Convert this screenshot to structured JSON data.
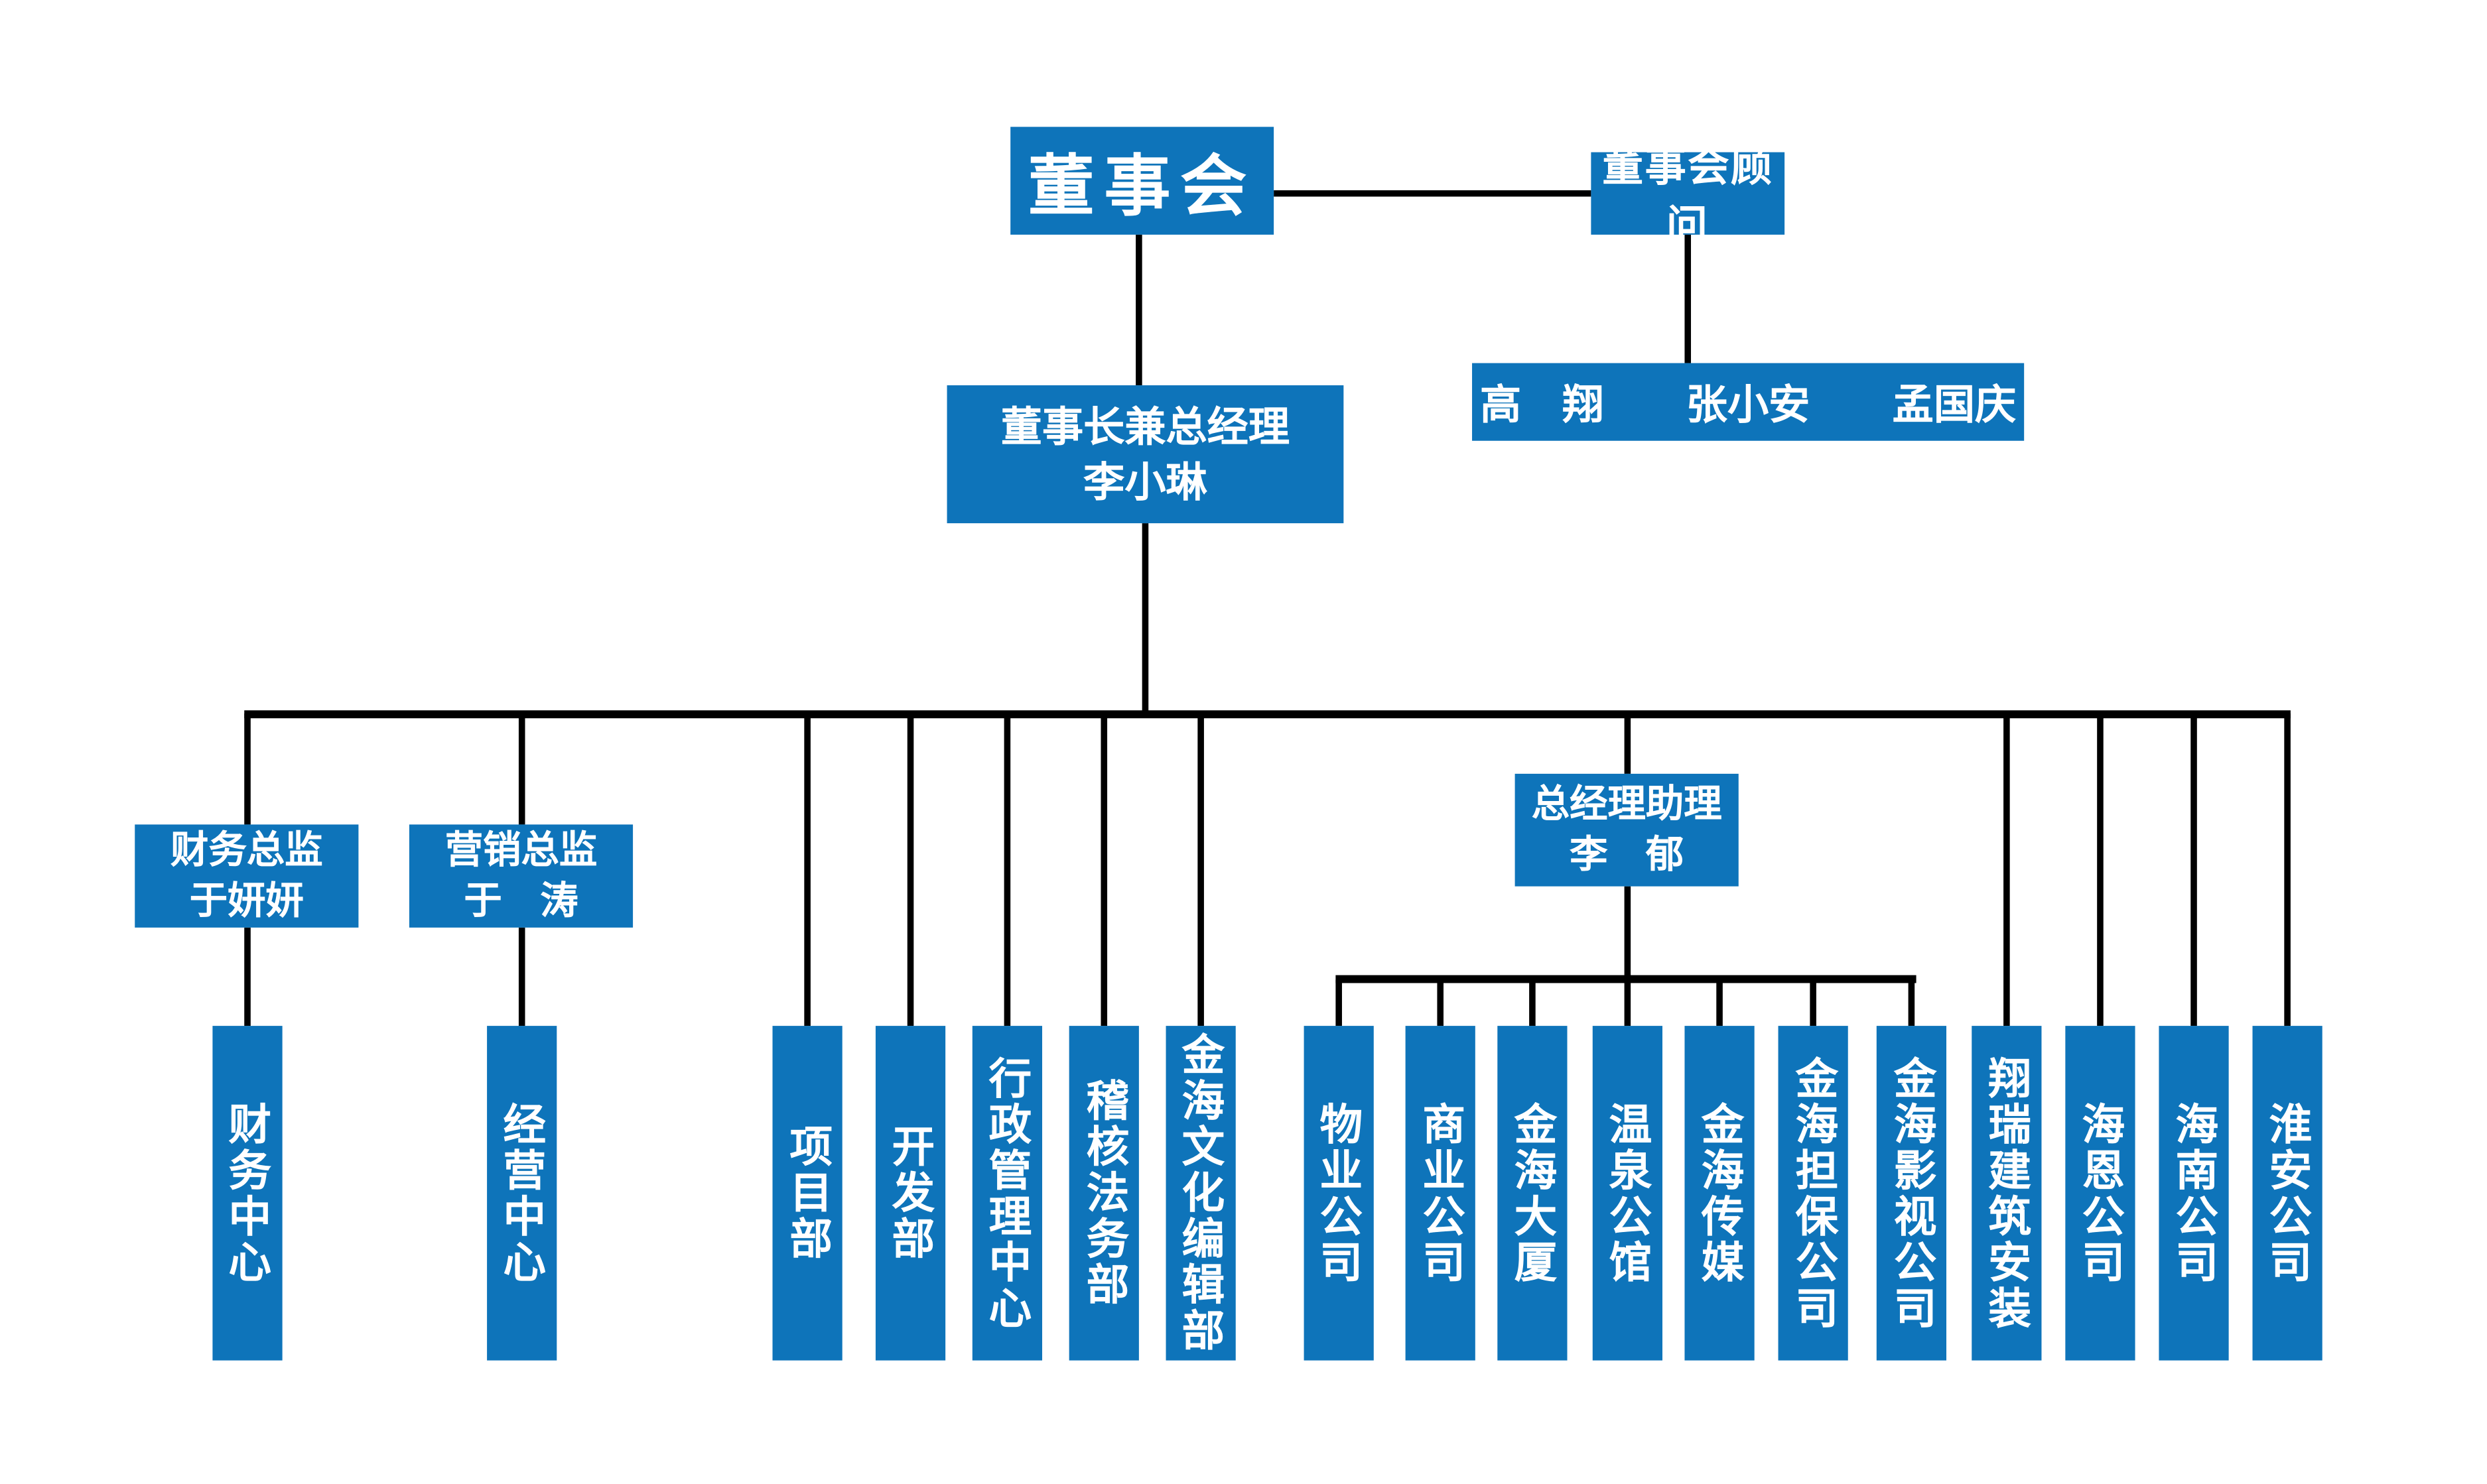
{
  "colors": {
    "box_bg": "#0e74ba",
    "box_text": "#ffffff",
    "line": "#000000",
    "page_bg": "#ffffff"
  },
  "nodes": {
    "board": {
      "label": "董事会"
    },
    "board_advisor": {
      "label": "董事会顾问"
    },
    "advisor_names": {
      "label": "高　翔　　张小安　　孟国庆"
    },
    "chairman_gm": {
      "title": "董事长兼总经理",
      "name": "李小琳"
    },
    "finance_director": {
      "title": "财务总监",
      "name": "于妍妍"
    },
    "marketing_director": {
      "title": "营销总监",
      "name": "于　涛"
    },
    "gm_assistant": {
      "title": "总经理助理",
      "name": "李　郁"
    }
  },
  "departments": [
    {
      "label": "财务中心",
      "parent": "finance_director"
    },
    {
      "label": "经营中心",
      "parent": "marketing_director"
    },
    {
      "label": "项目部",
      "parent": "chairman_gm"
    },
    {
      "label": "开发部",
      "parent": "chairman_gm"
    },
    {
      "label": "行政管理中心",
      "parent": "chairman_gm"
    },
    {
      "label": "稽核法务部",
      "parent": "chairman_gm"
    },
    {
      "label": "金海文化编辑部",
      "parent": "chairman_gm"
    },
    {
      "label": "物业公司",
      "parent": "gm_assistant"
    },
    {
      "label": "商业公司",
      "parent": "gm_assistant"
    },
    {
      "label": "金海大厦",
      "parent": "gm_assistant"
    },
    {
      "label": "温泉公馆",
      "parent": "gm_assistant"
    },
    {
      "label": "金海传媒",
      "parent": "gm_assistant"
    },
    {
      "label": "金海担保公司",
      "parent": "gm_assistant"
    },
    {
      "label": "金海影视公司",
      "parent": "gm_assistant"
    },
    {
      "label": "翔瑞建筑安装",
      "parent": "chairman_gm"
    },
    {
      "label": "海恩公司",
      "parent": "chairman_gm"
    },
    {
      "label": "海南公司",
      "parent": "chairman_gm"
    },
    {
      "label": "淮安公司",
      "parent": "chairman_gm"
    }
  ]
}
